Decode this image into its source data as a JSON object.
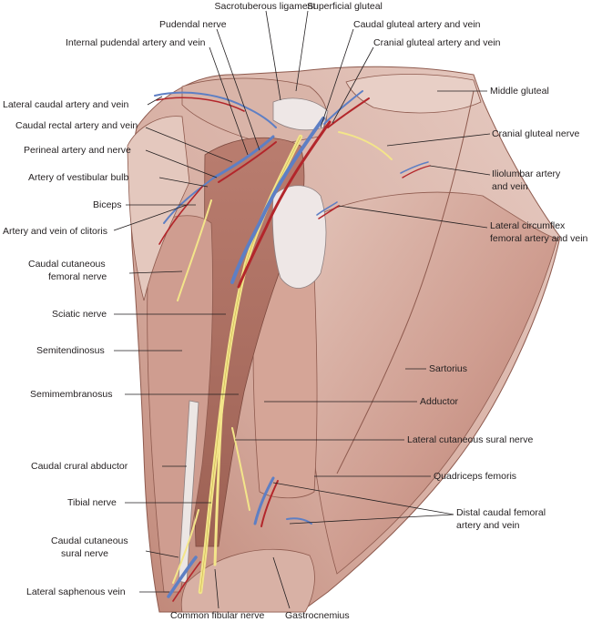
{
  "colors": {
    "muscle": "#cf9d90",
    "muscle_dark": "#a86b5e",
    "muscle_light": "#e2c3b8",
    "tendon": "#ece4e3",
    "artery": "#b3262b",
    "vein": "#5e7fc4",
    "nerve": "#f3e58a",
    "leader": "#231f20"
  },
  "labels": {
    "sacrotuberous_ligament": "Sacrotuberous ligament",
    "superficial_gluteal": "Superficial gluteal",
    "pudendal_nerve": "Pudendal nerve",
    "caudal_gluteal_artery_vein": "Caudal gluteal artery and vein",
    "internal_pudendal_artery_vein": "Internal pudendal artery and vein",
    "cranial_gluteal_artery_vein": "Cranial gluteal artery and vein",
    "lateral_caudal_artery_vein": "Lateral caudal artery and vein",
    "middle_gluteal": "Middle gluteal",
    "caudal_rectal_artery_vein": "Caudal rectal artery and vein",
    "cranial_gluteal_nerve": "Cranial gluteal nerve",
    "perineal_artery_nerve": "Perineal artery and nerve",
    "iliolumbar_line1": "Iliolumbar artery",
    "iliolumbar_line2": "and vein",
    "artery_vestibular_bulb": "Artery of vestibular bulb",
    "biceps": "Biceps",
    "lateral_circumflex_line1": "Lateral circumflex",
    "lateral_circumflex_line2": "femoral artery and vein",
    "artery_vein_clitoris": "Artery and vein of clitoris",
    "caudal_cutaneous_femoral_line1": "Caudal cutaneous",
    "caudal_cutaneous_femoral_line2": "femoral nerve",
    "sciatic_nerve": "Sciatic nerve",
    "semitendinosus": "Semitendinosus",
    "sartorius": "Sartorius",
    "semimembranosus": "Semimembranosus",
    "adductor": "Adductor",
    "lateral_cutaneous_sural_nerve": "Lateral cutaneous sural nerve",
    "caudal_crural_abductor": "Caudal crural abductor",
    "quadriceps_femoris": "Quadriceps femoris",
    "tibial_nerve": "Tibial nerve",
    "distal_caudal_femoral_line1": "Distal caudal femoral",
    "distal_caudal_femoral_line2": "artery and vein",
    "caudal_cutaneous_sural_line1": "Caudal cutaneous",
    "caudal_cutaneous_sural_line2": "sural nerve",
    "lateral_saphenous_vein": "Lateral saphenous vein",
    "common_fibular_nerve": "Common fibular nerve",
    "gastrocnemius": "Gastrocnemius"
  }
}
